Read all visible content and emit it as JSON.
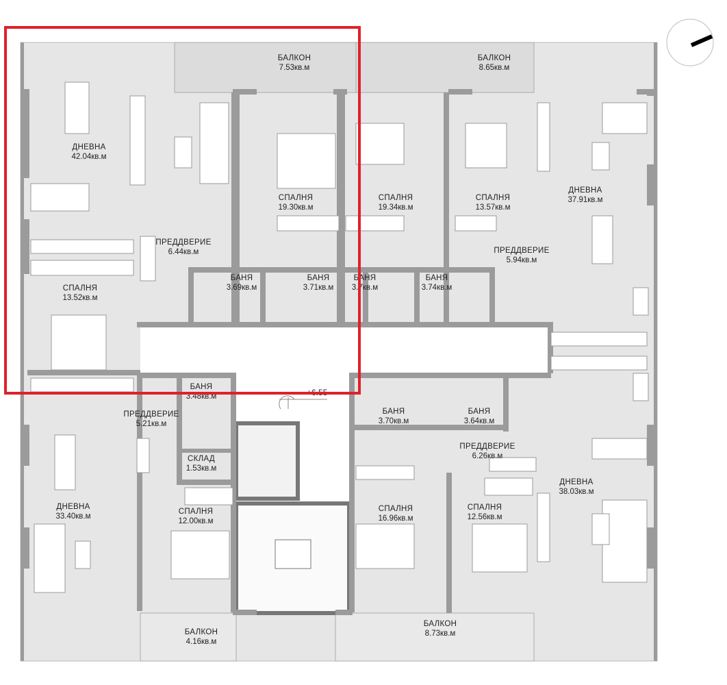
{
  "unit_suffix": "кв.м",
  "rooms": [
    {
      "name": "БАЛКОН",
      "area": "7.53кв.м"
    },
    {
      "name": "БАЛКОН",
      "area": "8.65кв.м"
    },
    {
      "name": "ДНЕВНА",
      "area": "42.04кв.м"
    },
    {
      "name": "СПАЛНЯ",
      "area": "19.30кв.м"
    },
    {
      "name": "СПАЛНЯ",
      "area": "19.34кв.м"
    },
    {
      "name": "СПАЛНЯ",
      "area": "13.57кв.м"
    },
    {
      "name": "ДНЕВНА",
      "area": "37.91кв.м"
    },
    {
      "name": "ПРЕДДВЕРИЕ",
      "area": "6.44кв.м"
    },
    {
      "name": "ПРЕДДВЕРИЕ",
      "area": "5.94кв.м"
    },
    {
      "name": "СПАЛНЯ",
      "area": "13.52кв.м"
    },
    {
      "name": "БАНЯ",
      "area": "3.69кв.м"
    },
    {
      "name": "БАНЯ",
      "area": "3.71кв.м"
    },
    {
      "name": "БАНЯ",
      "area": "3.7кв.м"
    },
    {
      "name": "БАНЯ",
      "area": "3.74кв.м"
    },
    {
      "name": "БАНЯ",
      "area": "3.48кв.м"
    },
    {
      "name": "ПРЕДДВЕРИЕ",
      "area": "5.21кв.м"
    },
    {
      "name": "СКЛАД",
      "area": "1.53кв.м"
    },
    {
      "name": "БАНЯ",
      "area": "3.70кв.м"
    },
    {
      "name": "БАНЯ",
      "area": "3.64кв.м"
    },
    {
      "name": "ПРЕДДВЕРИЕ",
      "area": "6.26кв.м"
    },
    {
      "name": "ДНЕВНА",
      "area": "33.40кв.м"
    },
    {
      "name": "СПАЛНЯ",
      "area": "12.00кв.м"
    },
    {
      "name": "СПАЛНЯ",
      "area": "16.96кв.м"
    },
    {
      "name": "СПАЛНЯ",
      "area": "12.56кв.м"
    },
    {
      "name": "ДНЕВНА",
      "area": "38.03кв.м"
    },
    {
      "name": "БАЛКОН",
      "area": "4.16кв.м"
    },
    {
      "name": "БАЛКОН",
      "area": "8.73кв.м"
    }
  ],
  "level_mark": "+6.55",
  "highlight_color": "#e0202a",
  "floor_color": "#e4e4e4",
  "wall_color": "#9b9b9b",
  "compass": "north-arrow-icon"
}
